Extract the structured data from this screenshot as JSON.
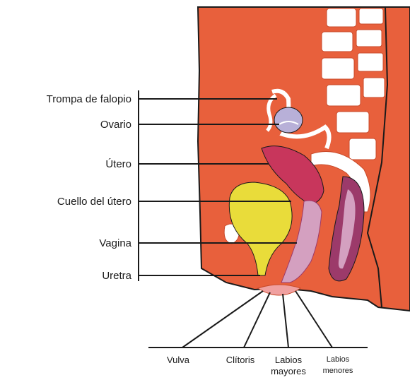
{
  "diagram": {
    "left_labels": [
      "Trompa de falopio",
      "Ovario",
      "Útero",
      "Cuello del útero",
      "Vagina",
      "Uretra"
    ],
    "bottom_labels": {
      "vulva": "Vulva",
      "clitoris": "Clítoris",
      "labios_mayores_1": "Labios",
      "labios_mayores_2": "mayores",
      "labios_menores_1": "Labios",
      "labios_menores_2": "menores"
    },
    "colors": {
      "body": "#e8603c",
      "body_dark": "#c94a2a",
      "spine": "#ffffff",
      "bladder": "#e9dc3a",
      "uterus": "#c8365c",
      "vagina": "#d4a0c0",
      "rectum": "#9c3a6a",
      "ovary": "#b8b0d8",
      "line": "#1a1a1a"
    }
  }
}
